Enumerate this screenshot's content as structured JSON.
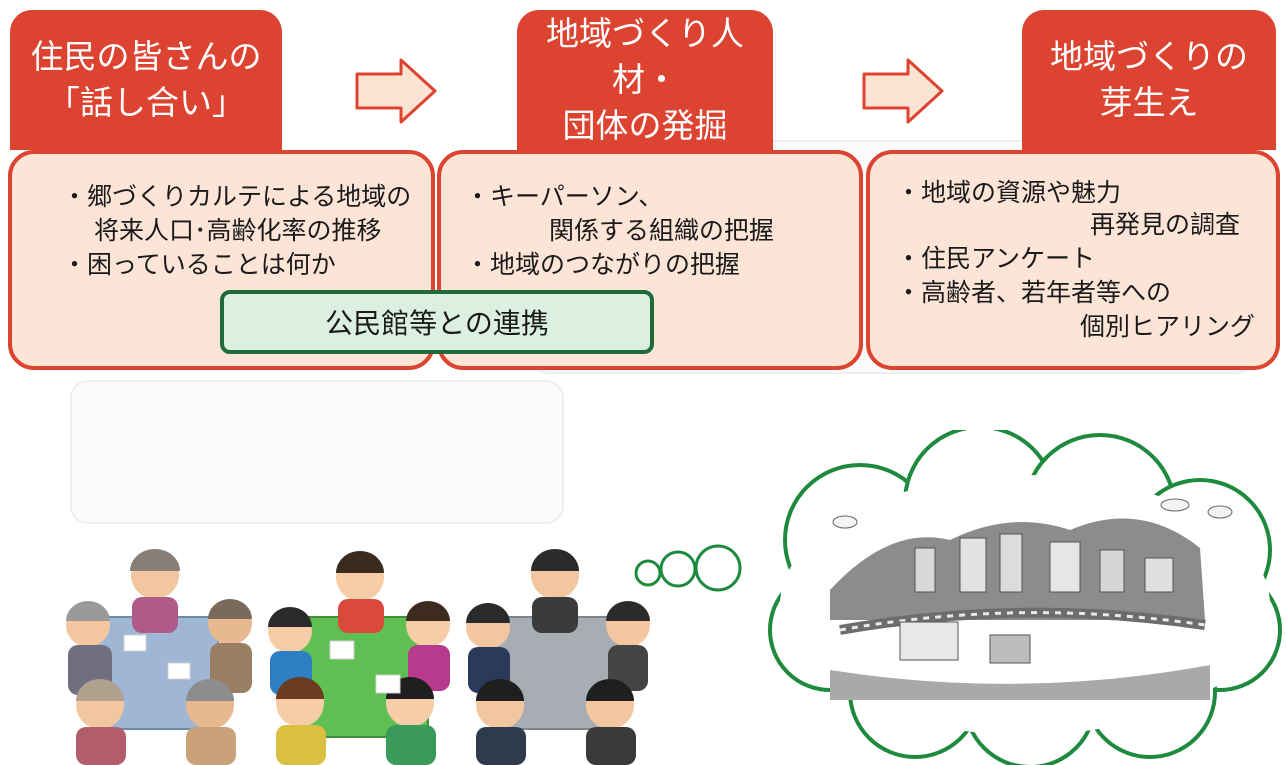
{
  "steps": [
    {
      "title_lines": [
        "住民の皆さんの",
        "「話し合い」"
      ],
      "bullets": [
        "・郷づくりカルテによる地域の",
        "将来人口･高齢化率の推移",
        "・困っていることは何か"
      ]
    },
    {
      "title_lines": [
        "地域づくり人材・",
        "団体の発掘"
      ],
      "bullets": [
        "・キーパーソン、",
        "関係する組織の把握",
        "・地域のつながりの把握"
      ]
    },
    {
      "title_lines": [
        "地域づくりの",
        "芽生え"
      ],
      "bullets": [
        "・地域の資源や魅力",
        "再発見の調査",
        "・住民アンケート",
        "・高齢者、若年者等への",
        "個別ヒアリング"
      ]
    }
  ],
  "collaboration_label": "公民館等との連携",
  "colors": {
    "header_red": "#dc4330",
    "box_fill": "#fce5d7",
    "arrow_fill": "#fbe3d4",
    "collab_border": "#1f6b3a",
    "collab_fill": "#dcf0e1",
    "cloud_border": "#1e8a3e"
  },
  "illustrations": {
    "meeting_groups": 3,
    "thought_bubble": "town-landscape"
  }
}
